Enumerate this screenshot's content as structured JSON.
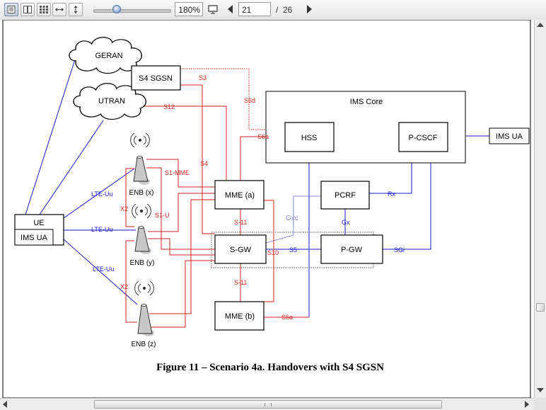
{
  "toolbar": {
    "zoom_value": "180%",
    "page_current": "21",
    "page_separator": "/",
    "page_total": "26",
    "icons": [
      "single-page-icon",
      "two-page-icon",
      "grid-view-icon",
      "fit-width-icon",
      "fit-height-icon",
      "fullscreen-icon",
      "prev-page-icon",
      "next-page-icon"
    ],
    "zoom_slider_level": 0.3
  },
  "diagram": {
    "clouds": {
      "geran": "GERAN",
      "utran": "UTRAN"
    },
    "nodes": {
      "s4_sgsn": "S4 SGSN",
      "ims_core": "IMS Core",
      "hss": "HSS",
      "pcscf": "P-CSCF",
      "ims_ua_right": "IMS UA",
      "mme_a": "MME (a)",
      "pcrf": "PCRF",
      "sgw": "S-GW",
      "pgw": "P-GW",
      "mme_b": "MME (b)",
      "ue": "UE",
      "ue_ims_ua": "IMS UA",
      "enb_x": "ENB (x)",
      "enb_y": "ENB (y)",
      "enb_z": "ENB (z)"
    },
    "links": {
      "s3": "S3",
      "s6d": "S6d",
      "s12": "S12",
      "s6a_top": "S6a",
      "s1_mme": "S1-MME",
      "s4": "S4",
      "s1_u": "S1-U",
      "x2_top": "X2",
      "x2_bottom": "X2",
      "lte_uu_1": "LTE-Uu",
      "lte_uu_2": "LTE-Uu",
      "lte_uu_3": "LTE-Uu",
      "s11_top": "S-11",
      "s11_bottom": "S-11",
      "gxc": "Gxc",
      "rx": "Rx",
      "gx": "Gx",
      "s5": "S5",
      "s10": "S10",
      "sgi": "SGi",
      "s6a_bottom": "S6a"
    },
    "colors": {
      "red_link": "#d42020",
      "blue_link": "#1a1ad0",
      "gxc_link": "#8a8ae0"
    }
  },
  "caption": "Figure 11 – Scenario 4a. Handovers with S4 SGSN"
}
